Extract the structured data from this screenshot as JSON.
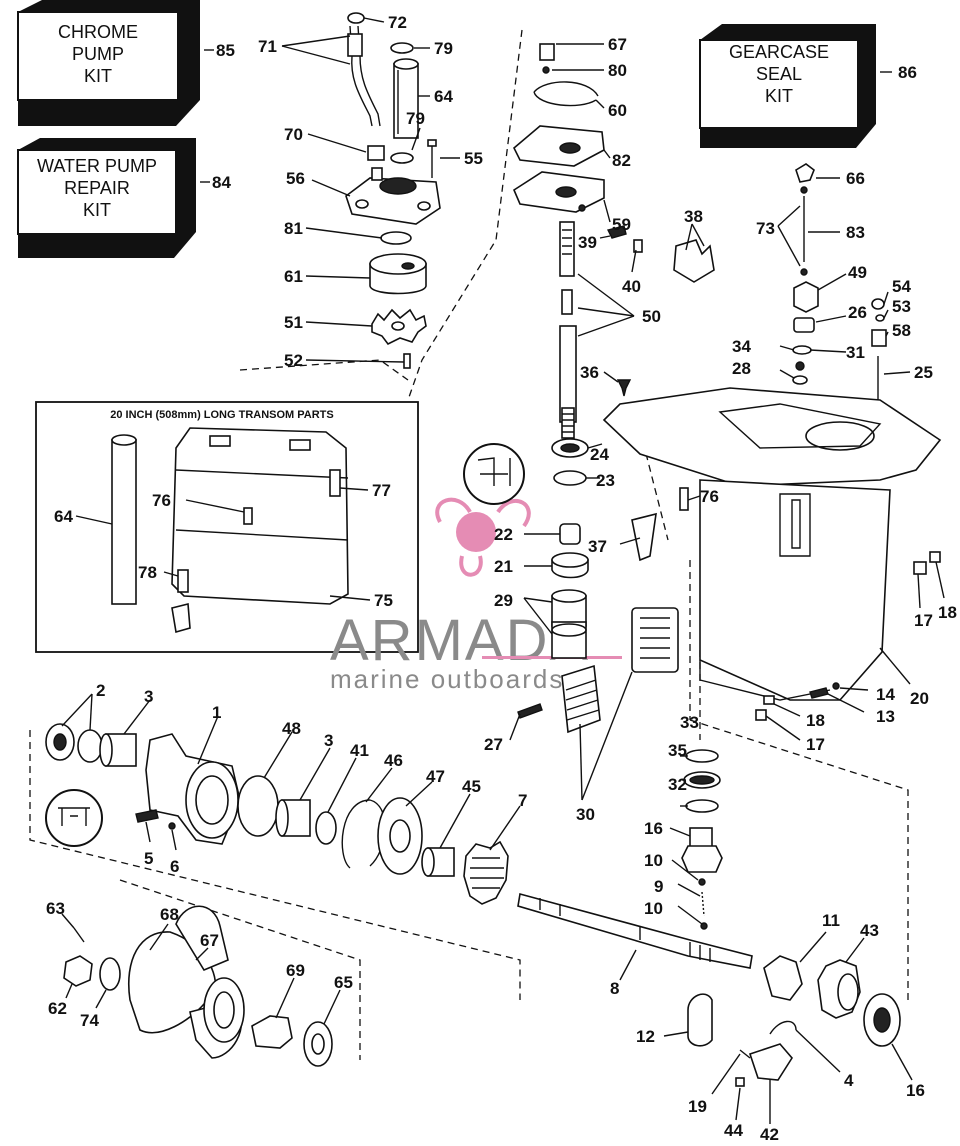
{
  "kits": {
    "chrome": {
      "line1": "CHROME",
      "line2": "PUMP",
      "line3": "KIT",
      "num": "85"
    },
    "water": {
      "line1": "WATER PUMP",
      "line2": "REPAIR",
      "line3": "KIT",
      "num": "84"
    },
    "gear": {
      "line1": "GEARCASE",
      "line2": "SEAL",
      "line3": "KIT",
      "num": "86"
    }
  },
  "inset": {
    "title": "20 INCH (508mm) LONG TRANSOM PARTS"
  },
  "watermark": {
    "brand": "ARMADA",
    "tagline": "marine outboards",
    "pink": "#e58cb4",
    "gray": "#8a8a8a"
  },
  "labels": {
    "l72": "72",
    "l71": "71",
    "l79a": "79",
    "l64": "64",
    "l79b": "79",
    "l70": "70",
    "l55": "55",
    "l56": "56",
    "l81": "81",
    "l61": "61",
    "l51": "51",
    "l52": "52",
    "l67a": "67",
    "l80": "80",
    "l60": "60",
    "l82": "82",
    "l59": "59",
    "l39": "39",
    "l40": "40",
    "l38": "38",
    "l50": "50",
    "l36": "36",
    "l66": "66",
    "l73": "73",
    "l83": "83",
    "l49": "49",
    "l54": "54",
    "l53": "53",
    "l26": "26",
    "l58": "58",
    "l34": "34",
    "l31": "31",
    "l28": "28",
    "l25": "25",
    "l64i": "64",
    "l76i": "76",
    "l77": "77",
    "l78": "78",
    "l75": "75",
    "l24": "24",
    "l23": "23",
    "l76": "76",
    "l22": "22",
    "l37": "37",
    "l21": "21",
    "l29": "29",
    "l17a": "17",
    "l18a": "18",
    "l20": "20",
    "l14": "14",
    "l13": "13",
    "l18b": "18",
    "l17b": "17",
    "l27": "27",
    "l30": "30",
    "l2": "2",
    "l3a": "3",
    "l1": "1",
    "l48": "48",
    "l3b": "3",
    "l41": "41",
    "l46": "46",
    "l47": "47",
    "l45": "45",
    "l7": "7",
    "l5": "5",
    "l6": "6",
    "l33": "33",
    "l35": "35",
    "l32": "32",
    "l16a": "16",
    "l10a": "10",
    "l9": "9",
    "l10b": "10",
    "l63": "63",
    "l68": "68",
    "l67b": "67",
    "l69": "69",
    "l65": "65",
    "l62": "62",
    "l74": "74",
    "l8": "8",
    "l11": "11",
    "l43": "43",
    "l12": "12",
    "l4": "4",
    "l16b": "16",
    "l19": "19",
    "l44": "44",
    "l42": "42"
  }
}
